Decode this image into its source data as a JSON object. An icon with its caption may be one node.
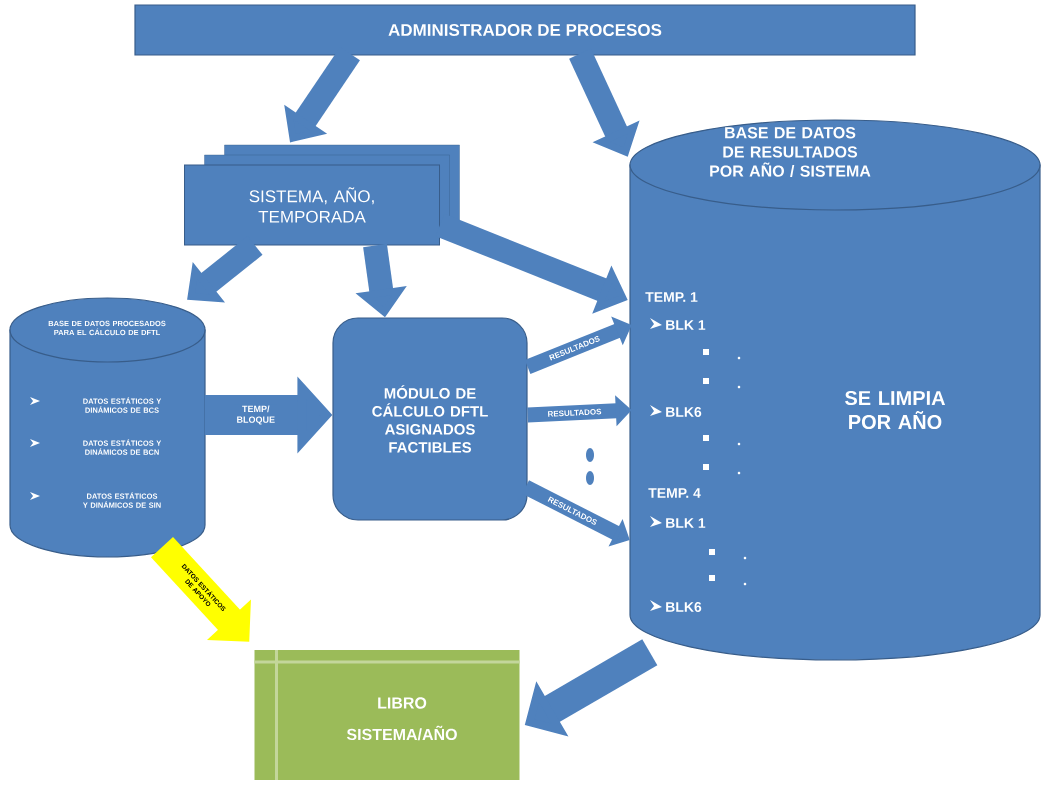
{
  "diagram": {
    "nodes": [
      {
        "text": [
          "ADMINISTRADOR DE PROCESOS"
        ]
      },
      {
        "text": [
          "SISTEMA, AÑO, TEMPORADA"
        ]
      },
      {
        "text": [
          "BASE DE DATOS PROCESADOS PARA EL CÁLCULO DE DFTL",
          "DATOS ESTÁTICOS Y DINÁMICOS DE BCS",
          "DATOS ESTÁTICOS Y DINÁMICOS DE BCN",
          "DATOS ESTÁTICOS Y DINÁMICOS DE SIN"
        ]
      },
      {
        "text": [
          "MÓDULO DE CÁLCULO DFTL ASIGNADOS FACTIBLES"
        ]
      },
      {
        "text": [
          "BASE DE DATOS DE RESULTADOS POR AÑO / SISTEMA",
          "TEMP. 1",
          "BLK 1",
          "BLK6",
          "TEMP. 4",
          "BLK 1",
          "BLK6",
          "SE LIMPIA POR AÑO"
        ]
      },
      {
        "text": [
          "LIBRO",
          "SISTEMA/AÑO"
        ]
      }
    ],
    "edges": [
      {
        "from": 0,
        "to": 1,
        "arrow": "to"
      },
      {
        "from": 0,
        "to": 4,
        "arrow": "to"
      },
      {
        "from": 1,
        "to": 2,
        "arrow": "to"
      },
      {
        "from": 1,
        "to": 3,
        "arrow": "to"
      },
      {
        "from": 1,
        "to": 4,
        "arrow": "to"
      },
      {
        "from": 2,
        "to": 3,
        "arrow": "to",
        "label": "TEMP/ BLOQUE"
      },
      {
        "from": 3,
        "to": 4,
        "arrow": "to",
        "label": "RESULTADOS"
      },
      {
        "from": 3,
        "to": 4,
        "arrow": "to",
        "label": "RESULTADOS"
      },
      {
        "from": 3,
        "to": 4,
        "arrow": "to",
        "label": "RESULTADOS"
      },
      {
        "from": 2,
        "to": 5,
        "arrow": "to",
        "label": "DATOS ESTÁTICOS DE APOYO",
        "color": "#ffff00"
      },
      {
        "from": 4,
        "to": 5,
        "arrow": "to"
      }
    ]
  }
}
